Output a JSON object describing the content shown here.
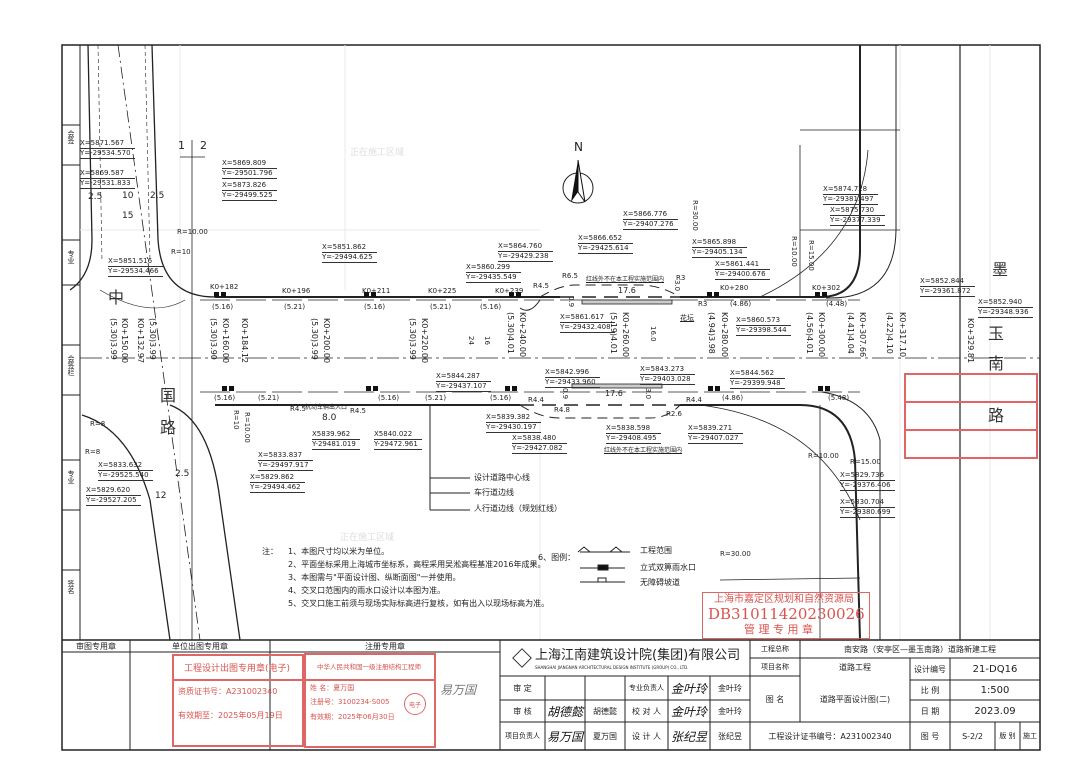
{
  "north_label": "N",
  "road_names": {
    "left": [
      "中",
      "国",
      "路"
    ],
    "right": [
      "墨",
      "玉",
      "南",
      "路"
    ]
  },
  "section_marks": [
    "1",
    "2"
  ],
  "left_dims": [
    "2.5",
    "10",
    "2.5",
    "15",
    "12",
    "2.5"
  ],
  "faint_areas": [
    "正在施工区域",
    "正在施工区域"
  ],
  "coords": [
    [
      "X=5871.567",
      "Y=-29534.570"
    ],
    [
      "X=5869.587",
      "Y=-29531.833"
    ],
    [
      "X=5869.809",
      "Y=-29501.796"
    ],
    [
      "X=5873.826",
      "Y=-29499.525"
    ],
    [
      "X=5851.516",
      "Y=-29534.466"
    ],
    [
      "X=5851.862",
      "Y=-29494.625"
    ],
    [
      "X=5864.760",
      "Y=-29429.238"
    ],
    [
      "X=5860.299",
      "Y=-29435.549"
    ],
    [
      "X=5866.652",
      "Y=-29425.614"
    ],
    [
      "X=5866.776",
      "Y=-29407.276"
    ],
    [
      "X=5865.898",
      "Y=-29405.134"
    ],
    [
      "X=5861.441",
      "Y=-29400.676"
    ],
    [
      "X=5861.617",
      "Y=-29432.408"
    ],
    [
      "X=5860.573",
      "Y=-29398.544"
    ],
    [
      "X=5874.728",
      "Y=-29381.497"
    ],
    [
      "X=5875.730",
      "Y=-29377.339"
    ],
    [
      "X=5852.844",
      "Y=-29361.872"
    ],
    [
      "X=5852.940",
      "Y=-29348.936"
    ],
    [
      "X=5844.287",
      "Y=-29437.107"
    ],
    [
      "X=5842.996",
      "Y=-29433.960"
    ],
    [
      "X=5843.273",
      "Y=-29403.028"
    ],
    [
      "X=5844.562",
      "Y=-29399.948"
    ],
    [
      "X=5839.382",
      "Y=-29430.197"
    ],
    [
      "X=5838.480",
      "Y=-29427.082"
    ],
    [
      "X=5838.598",
      "Y=-29408.495"
    ],
    [
      "X=5839.271",
      "Y=-29407.027"
    ],
    [
      "X5839.962",
      "Y-29481.019"
    ],
    [
      "X5840.022",
      "Y-29472.961"
    ],
    [
      "X=5833.837",
      "Y=-29497.917"
    ],
    [
      "X=5829.862",
      "Y=-29494.462"
    ],
    [
      "X=5833.632",
      "Y=-29525.540"
    ],
    [
      "X=5829.620",
      "Y=-29527.205"
    ],
    [
      "X=5829.736",
      "Y=-29376.406"
    ],
    [
      "X=5830.704",
      "Y=-29380.699"
    ]
  ],
  "stations": [
    "K0+150.00",
    "(5.30)3.99",
    "K0+132.97",
    "(5.30)3.99",
    "K0+160.00",
    "(5.30)3.90",
    "K0+184.12",
    "K0+200.00",
    "(5.30)3.99",
    "K0+220.00",
    "(5.30)3.99",
    "K0+240.00",
    "(5.30)4.01",
    "K0+260.00",
    "(5.19)4.01",
    "K0+280.00",
    "(4.94)3.98",
    "K0+300.00",
    "(4.56)4.01",
    "K0+307.66",
    "(4.41)4.04",
    "K0+317.10",
    "(4.22)4.10",
    "K0+329.81"
  ],
  "inlets_top": [
    "K0+182",
    "(5.16)",
    "K0+196",
    "(5.21)",
    "K0+211",
    "(5.16)",
    "K0+225",
    "(5.21)",
    "K0+239",
    "(5.16)",
    "K0+280",
    "(4.86)",
    "K0+302",
    "(4.48)"
  ],
  "inlets_bottom": [
    "(5.16)",
    "(5.21)",
    "(5.16)",
    "(5.21)",
    "(5.16)",
    "(4.86)",
    "(5.48)"
  ],
  "radii": [
    "R=10.00",
    "R=10",
    "R6.5",
    "R4.5",
    "R3",
    "R3",
    "R=10.00",
    "R=15.00",
    "R=30.00",
    "R4.5",
    "R4.5",
    "R4.4",
    "R4.8",
    "R2.6",
    "R4.4",
    "R=10",
    "R=10.00",
    "R=8",
    "R=8",
    "R=15.00",
    "R=10.00",
    "R=30.00"
  ],
  "misc_dims": [
    "17.6",
    "17.6",
    "8.0",
    "3.0",
    "0.9",
    "3.0",
    "0.9",
    "24",
    "16",
    "16.0"
  ],
  "labels": {
    "redline_note": "红线外不在本工程实施范围内",
    "planter": "花坛",
    "vehicle_entrance": "机动车辆出入口"
  },
  "legend_lines": [
    "设计道路中心线",
    "车行道边线",
    "人行道边线（规划红线）"
  ],
  "notes": {
    "title": "注：",
    "items": [
      "1、本图尺寸均以米为单位。",
      "2、平面坐标采用上海城市坐标系，高程采用吴淞高程基准2016年成果。",
      "3、本图需与\"平面设计图、纵断面图\"一并使用。",
      "4、交叉口范围内的雨水口设计以本图为准。",
      "5、交叉口施工前须与现场实际标高进行复核，如有出入以现场标高为准。"
    ],
    "legend_title": "6、图例：",
    "legend": [
      "工程范围",
      "立式双箅雨水口",
      "无障碍坡道"
    ]
  },
  "left_strip": [
    "会签",
    "专业",
    "会签栏",
    "专业",
    "签名"
  ],
  "title_block": {
    "headers": [
      "审图专用章",
      "单位出图专用章",
      "注册专用章"
    ],
    "unit_stamp": {
      "title": "工程设计出图专用章(电子)",
      "cert": "资质证书号：A231002340",
      "valid": "有效期至：2025年05月19日"
    },
    "reg_stamp": {
      "title": "中华人民共和国一级注册结构工程师",
      "name": "姓  名：夏万国",
      "reg_no": "注册号：3100234-S005",
      "valid": "有效期：2025年06月30日",
      "seal": "电子"
    },
    "reg_signature": "易万国",
    "company_cn": "上海江南建筑设计院(集团)有限公司",
    "company_en": "SHANGHAI JIANGNAN ARCHITECTURAL DESIGN INSTITUTE (GROUP) CO., LTD.",
    "rows": [
      {
        "role": "审  定",
        "sig": "",
        "name": "",
        "role2": "专业负责人",
        "sig2": "金叶玲",
        "name2": "金叶玲"
      },
      {
        "role": "审  核",
        "sig": "胡德懿",
        "name": "胡德懿",
        "role2": "校 对 人",
        "sig2": "金叶玲",
        "name2": "金叶玲"
      },
      {
        "role": "项目负责人",
        "sig": "易万国",
        "name": "夏万国",
        "role2": "设 计 人",
        "sig2": "张纪昱",
        "name2": "张纪昱"
      }
    ],
    "project_total_label": "工程总称",
    "project_total": "南安路（安亭区—墨玉南路）道路新建工程",
    "project_name_label": "项目名称",
    "project_name": "道路工程",
    "drawing_name_label": "图  名",
    "drawing_name": "道路平面设计图(二)",
    "cert_no": "工程设计证书编号：A231002340",
    "design_no_label": "设计编号",
    "design_no": "21-DQ16",
    "scale_label": "比  例",
    "scale": "1:500",
    "date_label": "日  期",
    "date": "2023.09",
    "sheet_label": "图  号",
    "sheet": "S-2/2",
    "version_label": "版 别",
    "version": "施工"
  },
  "plan_stamp": {
    "authority": "上海市嘉定区规划和自然资源局",
    "number": "DB31011420230026",
    "usage": "管 理 专 用 章"
  },
  "colors": {
    "line": "#222222",
    "stamp_red": "#e06666"
  }
}
